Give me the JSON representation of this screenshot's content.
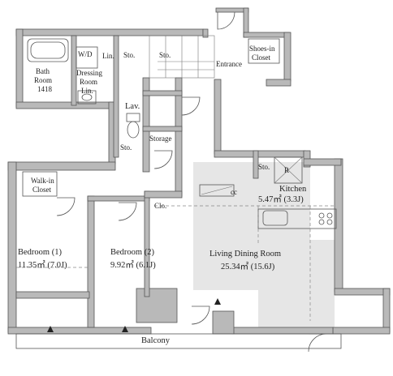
{
  "rooms": {
    "bath_room": {
      "name": "Bath",
      "name2": "Room",
      "size": "1418"
    },
    "wd": {
      "name": "W/D"
    },
    "lin_top": {
      "name": "Lin."
    },
    "dressing_room": {
      "name": "Dressing",
      "name2": "Room",
      "sub": "Lin."
    },
    "sto_1": {
      "name": "Sto."
    },
    "sto_2": {
      "name": "Sto."
    },
    "shoes_closet": {
      "name": "Shoes-in",
      "name2": "Closet"
    },
    "entrance": {
      "name": "Entrance"
    },
    "lav": {
      "name": "Lav."
    },
    "storage": {
      "name": "Storage"
    },
    "sto_3": {
      "name": "Sto."
    },
    "sto_4": {
      "name": "Sto."
    },
    "refrigerator": {
      "name": "R"
    },
    "walkin_closet": {
      "name": "Walk-in",
      "name2": "Closet"
    },
    "clo": {
      "name": "Clo."
    },
    "kitchen": {
      "name": "Kitchen",
      "size": "5.47㎡ (3.3J)"
    },
    "bedroom_1": {
      "name": "Bedroom (1)",
      "size": "11.35㎡ (7.0J)"
    },
    "bedroom_2": {
      "name": "Bedroom (2)",
      "size": "9.92㎡ (6.1J)"
    },
    "living_dining": {
      "name": "Living Dining Room",
      "size": "25.34㎡ (15.6J)"
    },
    "balcony": {
      "name": "Balcony"
    }
  },
  "marks": {
    "cc": "cc"
  },
  "colors": {
    "wall": "#b9b9b9",
    "floor_highlight": "#e6e6e6",
    "outline": "#555555"
  }
}
